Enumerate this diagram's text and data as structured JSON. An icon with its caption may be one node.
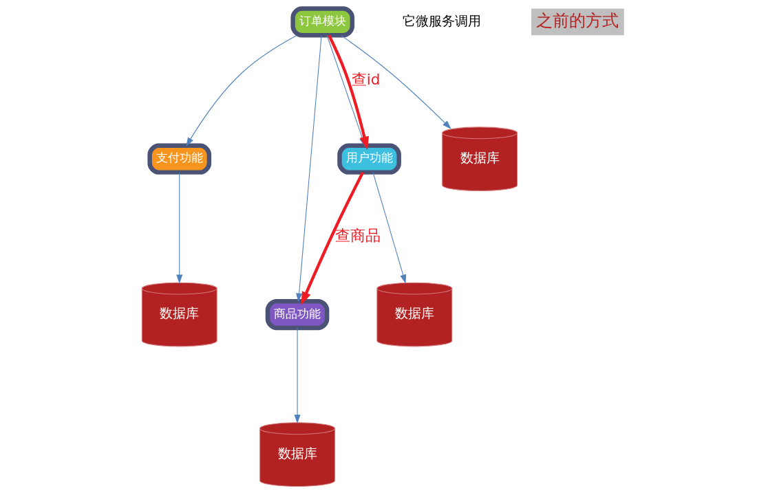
{
  "diagram": {
    "nodes": [
      {
        "text": [
          "支付功能"
        ]
      },
      {
        "text": [
          "数据库"
        ]
      },
      {
        "text": [
          "商品功能"
        ]
      },
      {
        "text": [
          "数据库"
        ]
      },
      {
        "text": [
          "数据库"
        ]
      },
      {
        "text": [
          "用户功能"
        ]
      },
      {
        "text": [
          "订单模块"
        ]
      },
      {
        "text": [
          "数据库"
        ]
      }
    ],
    "edges": [
      {
        "from": 0,
        "to": 1,
        "arrow": "to"
      },
      {
        "from": 2,
        "to": 3,
        "arrow": "to"
      },
      {
        "from": 5,
        "to": 4,
        "arrow": "to"
      },
      {
        "from": 6,
        "to": 7,
        "arrow": "to"
      },
      {
        "from": 6,
        "to": 2,
        "arrow": "to"
      },
      {
        "from": 6,
        "to": 0,
        "arrow": "to"
      },
      {
        "from": 6,
        "to": 5,
        "arrow": "to"
      },
      {
        "from": 5,
        "to": 2,
        "arrow": "to",
        "label": "查商品",
        "style": "thick",
        "color": "#ee1c25"
      },
      {
        "from": 6,
        "to": 5,
        "arrow": "to",
        "label": "查id",
        "style": "thick",
        "color": "#ee1c25"
      }
    ],
    "labels": [
      "它微服务调用",
      "之前的方式"
    ]
  }
}
